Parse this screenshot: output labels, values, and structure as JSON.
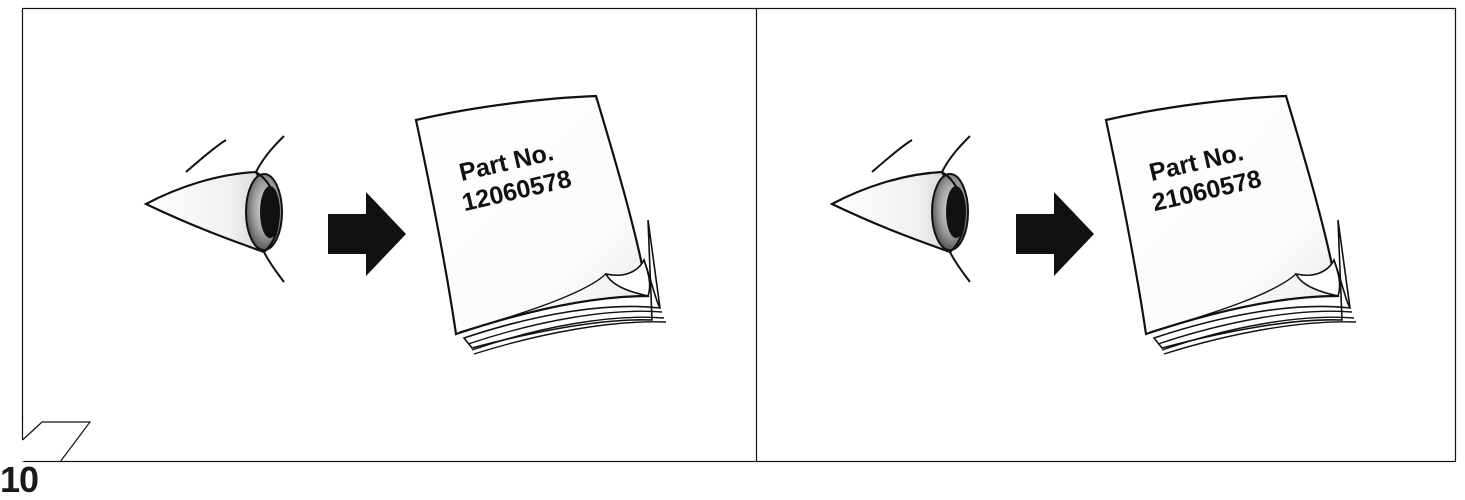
{
  "step": {
    "number": "10"
  },
  "panels": [
    {
      "document": {
        "line1": "Part No.",
        "line2": "12060578"
      }
    },
    {
      "document": {
        "line1": "Part No.",
        "line2": "21060578"
      }
    }
  ],
  "colors": {
    "line": "#111111",
    "arrow": "#111111",
    "paper": "#ffffff"
  },
  "icons": [
    "eye-icon",
    "arrow-right-icon",
    "document-icon"
  ]
}
